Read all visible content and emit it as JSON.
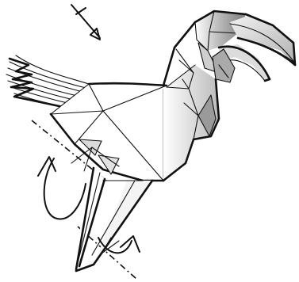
{
  "diagram": {
    "subject": "origami-hornbill-folding-step",
    "symbols": [
      "turn-over-symbol",
      "valley-fold-lines",
      "rotate-arrows"
    ],
    "colors": {
      "line": "#111111",
      "paper": "#ffffff",
      "shade_light": "#e6e6e6",
      "shade_mid": "#c8c8c8",
      "shade_dark": "#9a9a9a"
    }
  }
}
